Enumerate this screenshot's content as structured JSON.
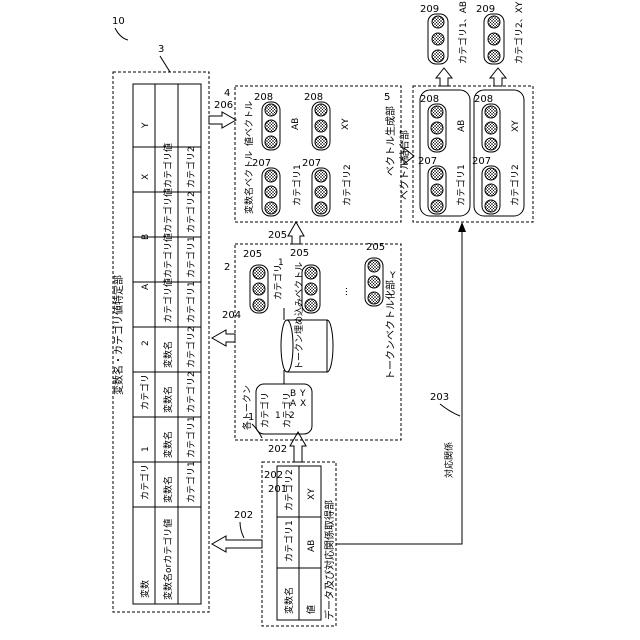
{
  "figure_ref": "10",
  "units": {
    "data_acquisition": {
      "ref": "1",
      "label": "データ及び対応関係取得部"
    },
    "identification": {
      "ref": "3",
      "label": "変数名・カテゴリ値特定部"
    },
    "token_vectorization": {
      "ref": "2",
      "label": "トークンベクトル化部"
    },
    "vector_generation": {
      "ref": "4",
      "label": "ベクトル生成部"
    },
    "vector_combination": {
      "ref": "5",
      "label": "ベクトル結合部"
    }
  },
  "input_table": {
    "ref": "201",
    "rows": [
      [
        "変数名",
        "カテゴリ1",
        "カテゴリ2"
      ],
      [
        "値",
        "AB",
        "XY"
      ]
    ]
  },
  "id_table": {
    "header": [
      "変数",
      "カテゴリ",
      "1",
      "カテゴリ",
      "2",
      "A",
      "B",
      "X",
      "Y"
    ],
    "row1": [
      "変数名orカテゴリ値",
      "変数名",
      "変数名",
      "変数名",
      "変数名",
      "カテゴリ値",
      "カテゴリ値",
      "カテゴリ値",
      "カテゴリ値"
    ],
    "row2": [
      "",
      "カテゴリ1",
      "カテゴリ1",
      "カテゴリ2",
      "カテゴリ2",
      "カテゴリ1",
      "カテゴリ1",
      "カテゴリ2",
      "カテゴリ2"
    ]
  },
  "token_unit": {
    "tokens_title": "各トークン",
    "tokens": [
      "カテゴリ",
      "1",
      "カテゴリ",
      "2",
      "A",
      "B",
      "X",
      "Y"
    ],
    "embedding_label": "トークン埋め込みベクトル",
    "vector_labels": [
      "カテゴリ",
      "1",
      "Y"
    ],
    "ellipsis": "…"
  },
  "vector_gen": {
    "title_name": "変数名ベクトル",
    "title_value": "値ベクトル",
    "labels": [
      "カテゴリ1",
      "カテゴリ2",
      "AB",
      "XY"
    ]
  },
  "combine": {
    "pairs": [
      {
        "name": "カテゴリ1",
        "value": "AB"
      },
      {
        "name": "カテゴリ2",
        "value": "XY"
      }
    ]
  },
  "outputs": [
    {
      "label": "カテゴリ1、AB"
    },
    {
      "label": "カテゴリ2、XY"
    }
  ],
  "refs": {
    "r202": "202",
    "r203": "203",
    "r204": "204",
    "r205": "205",
    "r206": "206",
    "r207": "207",
    "r208": "208",
    "r209": "209"
  },
  "correspondence_label": "対応関係"
}
